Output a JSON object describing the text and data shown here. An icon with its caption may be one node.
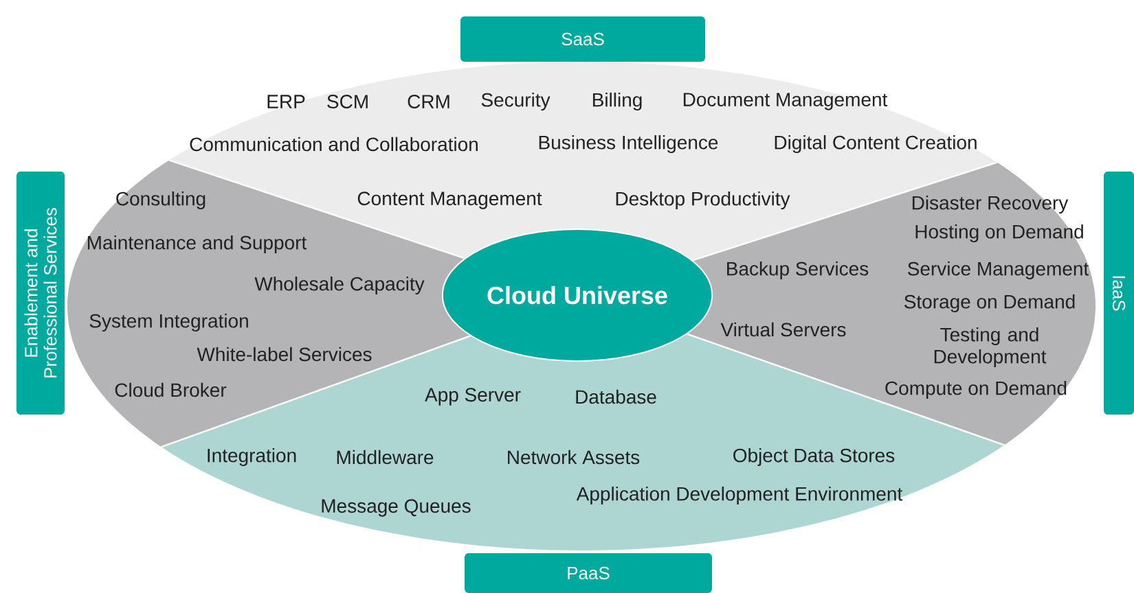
{
  "diagram": {
    "nodes": [
      {
        "text": [
          "SaaS"
        ]
      },
      {
        "text": [
          "ERP",
          "SCM",
          "CRM",
          "Security",
          "Billing",
          "Document Management",
          "Communication and Collaboration",
          "Business Intelligence",
          "Digital Content Creation",
          "Content Management",
          "Desktop Productivity"
        ]
      },
      {
        "text": [
          "Enablement and Professional Services"
        ]
      },
      {
        "text": [
          "Consulting",
          "Maintenance and Support",
          "Wholesale Capacity",
          "System Integration",
          "White-label Services",
          "Cloud Broker"
        ]
      },
      {
        "text": [
          "Cloud Universe"
        ]
      },
      {
        "text": [
          "Disaster Recovery",
          "Hosting on Demand",
          "Backup Services",
          "Service Management",
          "Storage on Demand",
          "Virtual Servers",
          "Testing and Development",
          "Compute on Demand"
        ]
      },
      {
        "text": [
          "IaaS"
        ]
      },
      {
        "text": [
          "App Server",
          "Database",
          "Integration",
          "Middleware",
          "Network Assets",
          "Object Data Stores",
          "Application Development Environment",
          "Message Queues"
        ]
      },
      {
        "text": [
          "PaaS"
        ]
      }
    ]
  }
}
